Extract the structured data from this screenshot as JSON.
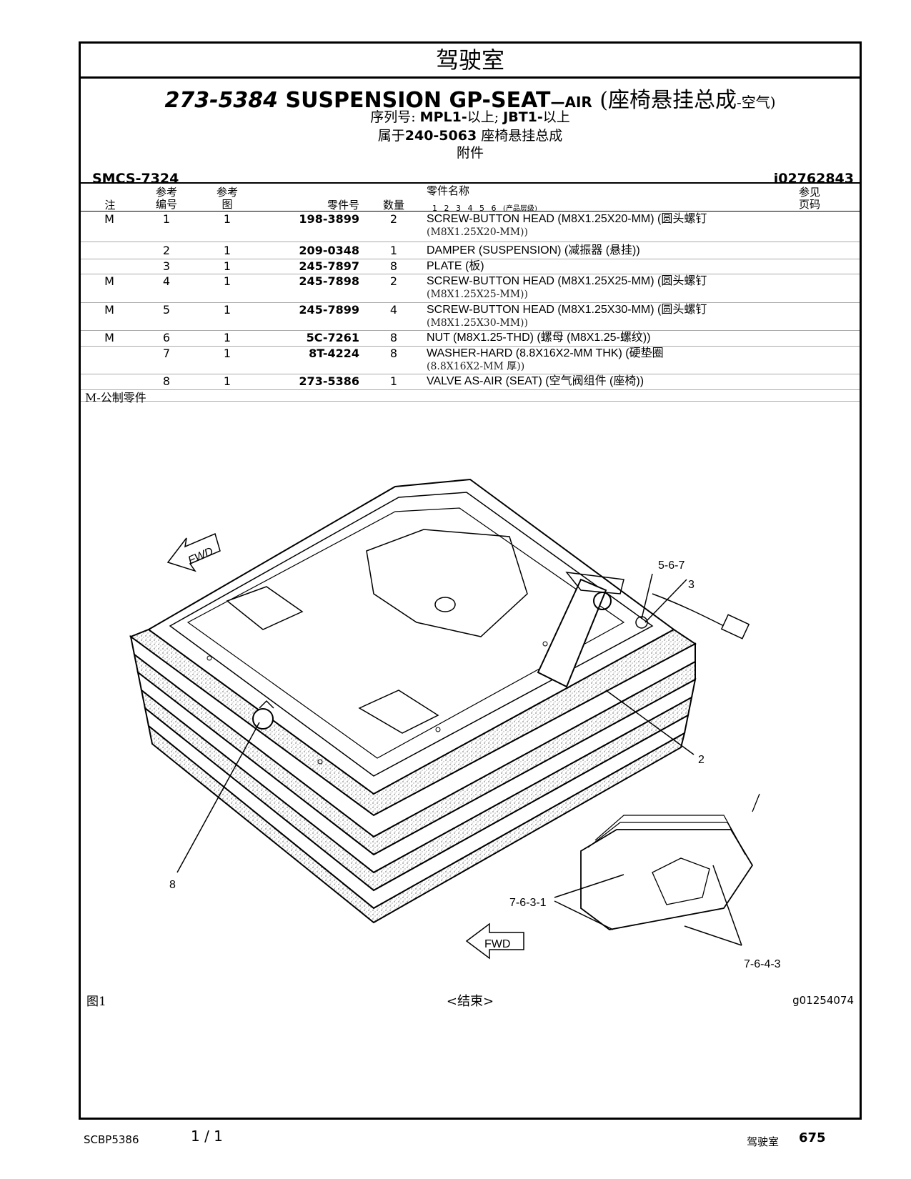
{
  "section": "驾驶室",
  "title": {
    "part_number": "273-5384",
    "name": "SUSPENSION GP-SEAT",
    "name_suffix": "—AIR",
    "name_cn": "(座椅悬挂总成",
    "name_cn_suffix": "-空气)"
  },
  "serial": {
    "label": "序列号:",
    "s1": "MPL1-",
    "s1_suffix": "以上;",
    "s2": "JBT1-",
    "s2_suffix": "以上"
  },
  "belongs": {
    "prefix": "属于",
    "part": "240-5063",
    "suffix": " 座椅悬挂总成"
  },
  "attachment": "附件",
  "smcs": "SMCS-7324",
  "info_no": "i02762843",
  "headers": {
    "note": "注",
    "ref_top": "参考",
    "ref_bottom": "编号",
    "fig_top": "参考",
    "fig_bottom": "图",
    "part_no": "零件号",
    "qty": "数量",
    "name": "零件名称",
    "levels": "1 2 3 4 5 6",
    "levels_note": "(产品层级)",
    "see_top": "参见",
    "see_bottom": "页码"
  },
  "parts": [
    {
      "note": "M",
      "ref": "1",
      "fig": "1",
      "part_no": "198-3899",
      "qty": "2",
      "name": "SCREW-BUTTON HEAD (M8X1.25X20-MM) (圆头螺钉",
      "name2": "(M8X1.25X20-MM))"
    },
    {
      "note": "",
      "ref": "2",
      "fig": "1",
      "part_no": "209-0348",
      "qty": "1",
      "name": "DAMPER (SUSPENSION) (减振器 (悬挂))",
      "name2": ""
    },
    {
      "note": "",
      "ref": "3",
      "fig": "1",
      "part_no": "245-7897",
      "qty": "8",
      "name": "PLATE (板)",
      "name2": ""
    },
    {
      "note": "M",
      "ref": "4",
      "fig": "1",
      "part_no": "245-7898",
      "qty": "2",
      "name": "SCREW-BUTTON HEAD (M8X1.25X25-MM) (圆头螺钉",
      "name2": "(M8X1.25X25-MM))"
    },
    {
      "note": "M",
      "ref": "5",
      "fig": "1",
      "part_no": "245-7899",
      "qty": "4",
      "name": "SCREW-BUTTON HEAD (M8X1.25X30-MM) (圆头螺钉",
      "name2": "(M8X1.25X30-MM))"
    },
    {
      "note": "M",
      "ref": "6",
      "fig": "1",
      "part_no": "5C-7261",
      "qty": "8",
      "name": "NUT (M8X1.25-THD) (螺母 (M8X1.25-螺纹))",
      "name2": ""
    },
    {
      "note": "",
      "ref": "7",
      "fig": "1",
      "part_no": "8T-4224",
      "qty": "8",
      "name": "WASHER-HARD (8.8X16X2-MM THK) (硬垫圈",
      "name2": "(8.8X16X2-MM 厚))"
    },
    {
      "note": "",
      "ref": "8",
      "fig": "1",
      "part_no": "273-5386",
      "qty": "1",
      "name": "VALVE AS-AIR (SEAT) (空气阀组件 (座椅))",
      "name2": ""
    }
  ],
  "footnote": "M-公制零件",
  "figure": {
    "callouts": {
      "c567": "5-6-7",
      "c3": "3",
      "c2": "2",
      "c8": "8",
      "c7631": "7-6-3-1",
      "c7643": "7-6-4-3"
    },
    "fwd_main": "FWD",
    "fwd_small": "FWD"
  },
  "fig_label": "图1",
  "end_label": "<结束>",
  "graphic_no": "g01254074",
  "footer": {
    "doc": "SCBP5386",
    "page": "1 / 1",
    "section": "驾驶室",
    "page_no": "675"
  }
}
